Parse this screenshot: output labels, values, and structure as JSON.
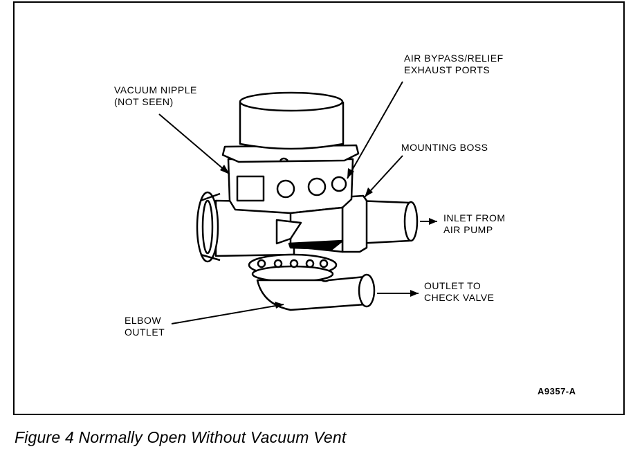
{
  "labels": {
    "vacuum_nipple": [
      "VACUUM NIPPLE",
      "(NOT SEEN)"
    ],
    "air_bypass": [
      "AIR BYPASS/RELIEF",
      "EXHAUST PORTS"
    ],
    "mounting_boss": [
      "MOUNTING BOSS"
    ],
    "inlet": [
      "INLET FROM",
      "AIR PUMP"
    ],
    "outlet": [
      "OUTLET TO",
      "CHECK VALVE"
    ],
    "elbow": [
      "ELBOW",
      "OUTLET"
    ]
  },
  "figure_code": "A9357-A",
  "caption": "Figure 4 Normally Open Without Vacuum Vent"
}
